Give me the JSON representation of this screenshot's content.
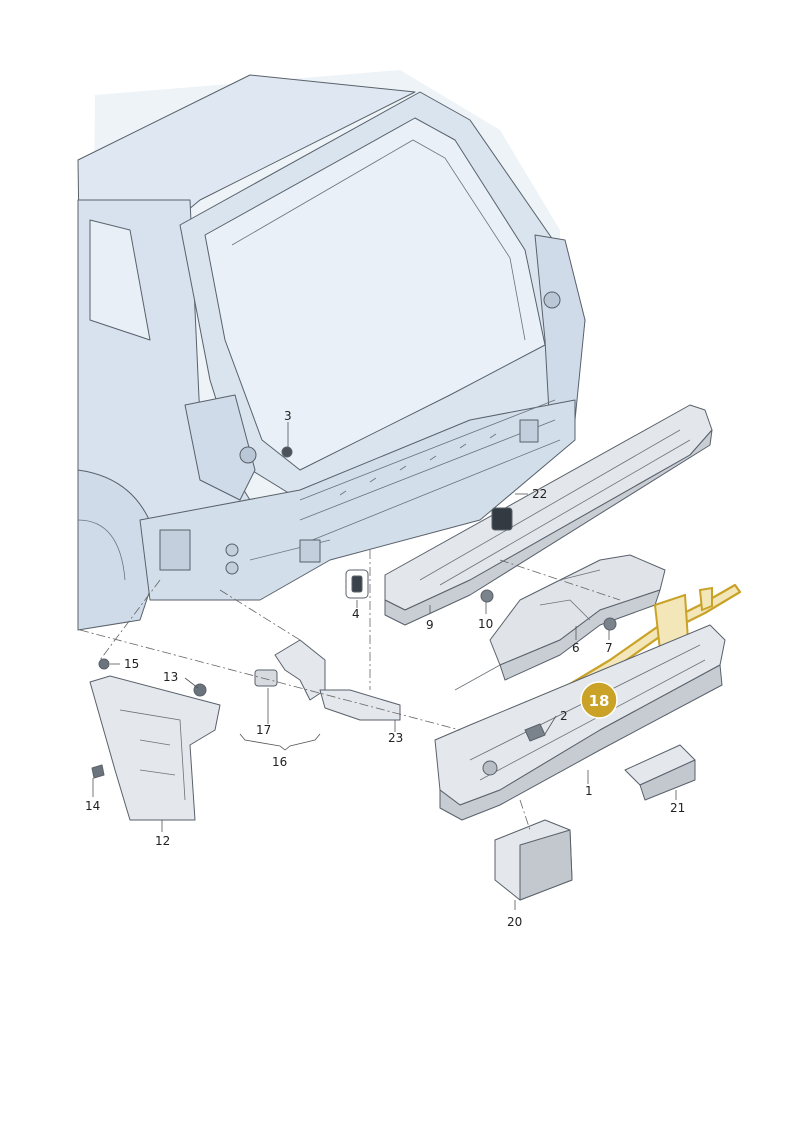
{
  "diagram": {
    "labels": [
      {
        "id": "1",
        "text": "1"
      },
      {
        "id": "2",
        "text": "2"
      },
      {
        "id": "3",
        "text": "3"
      },
      {
        "id": "4",
        "text": "4"
      },
      {
        "id": "6",
        "text": "6"
      },
      {
        "id": "7",
        "text": "7"
      },
      {
        "id": "9",
        "text": "9"
      },
      {
        "id": "10",
        "text": "10"
      },
      {
        "id": "12",
        "text": "12"
      },
      {
        "id": "13",
        "text": "13"
      },
      {
        "id": "14",
        "text": "14"
      },
      {
        "id": "15",
        "text": "15"
      },
      {
        "id": "16",
        "text": "16"
      },
      {
        "id": "17",
        "text": "17"
      },
      {
        "id": "20",
        "text": "20"
      },
      {
        "id": "21",
        "text": "21"
      },
      {
        "id": "22",
        "text": "22"
      },
      {
        "id": "23",
        "text": "23"
      }
    ],
    "highlight": {
      "text": "18",
      "color": "#c9a227",
      "outline": "#c9a227"
    },
    "colors": {
      "body_fill": "#dde7f1",
      "body_dark": "#c6d3e0",
      "part_fill": "#e6e8ec",
      "part_dark": "#c3c8cf",
      "line": "#59616b"
    }
  }
}
